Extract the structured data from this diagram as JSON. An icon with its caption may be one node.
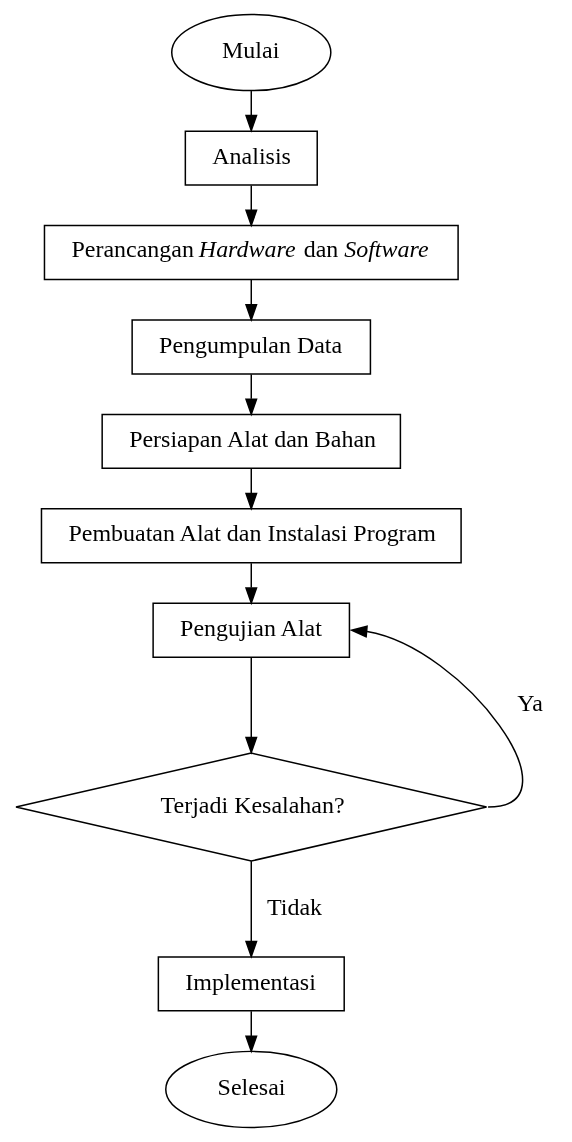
{
  "diagram": {
    "nodes": [
      {
        "text": [
          "Mulai"
        ]
      },
      {
        "text": [
          "Analisis"
        ]
      },
      {
        "text": [
          "Perancangan *Hardware* dan *Software*"
        ]
      },
      {
        "text": [
          "Pengumpulan Data"
        ]
      },
      {
        "text": [
          "Persiapan Alat dan Bahan"
        ]
      },
      {
        "text": [
          "Pembuatan Alat dan Instalasi Program"
        ]
      },
      {
        "text": [
          "Pengujian Alat"
        ]
      },
      {
        "text": [
          "Terjadi Kesalahan?"
        ]
      },
      {
        "text": [
          "Implementasi"
        ]
      },
      {
        "text": [
          "Selesai"
        ]
      }
    ],
    "edges": [
      {
        "from": 0,
        "to": 1,
        "arrow": "to"
      },
      {
        "from": 1,
        "to": 2,
        "arrow": "to"
      },
      {
        "from": 2,
        "to": 3,
        "arrow": "to"
      },
      {
        "from": 3,
        "to": 4,
        "arrow": "to"
      },
      {
        "from": 4,
        "to": 5,
        "arrow": "to"
      },
      {
        "from": 5,
        "to": 6,
        "arrow": "to"
      },
      {
        "from": 6,
        "to": 7,
        "arrow": "to"
      },
      {
        "from": 7,
        "to": 6,
        "arrow": "to",
        "label": "Ya"
      },
      {
        "from": 7,
        "to": 8,
        "arrow": "to",
        "label": "Tidak"
      },
      {
        "from": 8,
        "to": 9,
        "arrow": "to"
      }
    ]
  }
}
